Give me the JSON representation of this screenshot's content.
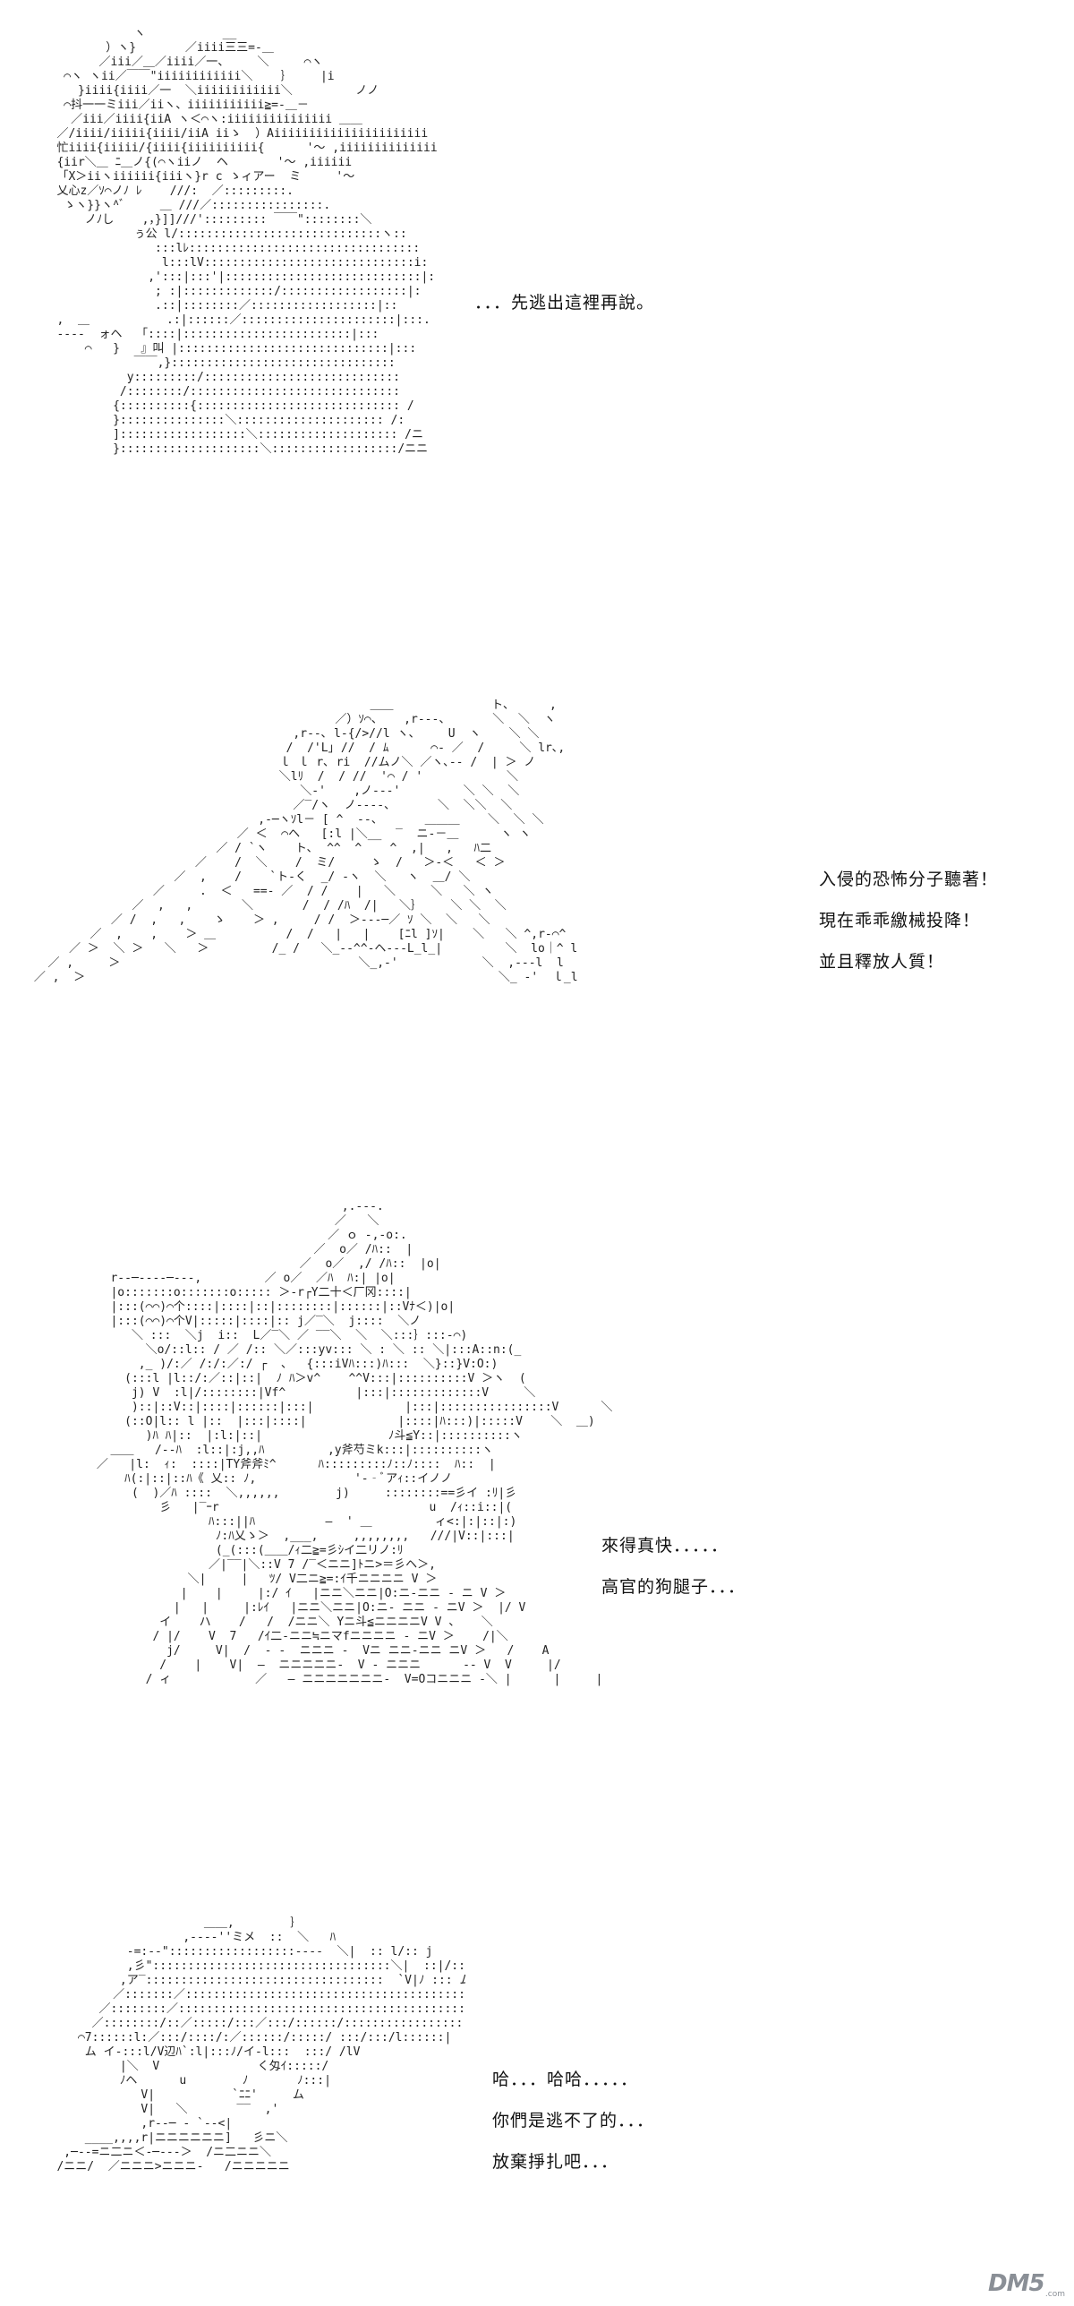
{
  "panels": [
    {
      "id": "panel-1",
      "dialogue": [
        "．．．先逃出這裡再說。"
      ]
    },
    {
      "id": "panel-2",
      "dialogue": [
        "入侵的恐怖分子聽著！",
        "現在乖乖繳械投降！",
        "並且釋放人質！"
      ]
    },
    {
      "id": "panel-3",
      "dialogue": [
        "來得真快．．．．．",
        "高官的狗腿子．．．"
      ]
    },
    {
      "id": "panel-4",
      "dialogue": [
        "哈．．．哈哈．．．．．",
        "你們是逃不了的．．．",
        "放棄掙扎吧．．．"
      ]
    }
  ],
  "watermark": {
    "logo_text": "DM5",
    "sub_text": ".com"
  }
}
